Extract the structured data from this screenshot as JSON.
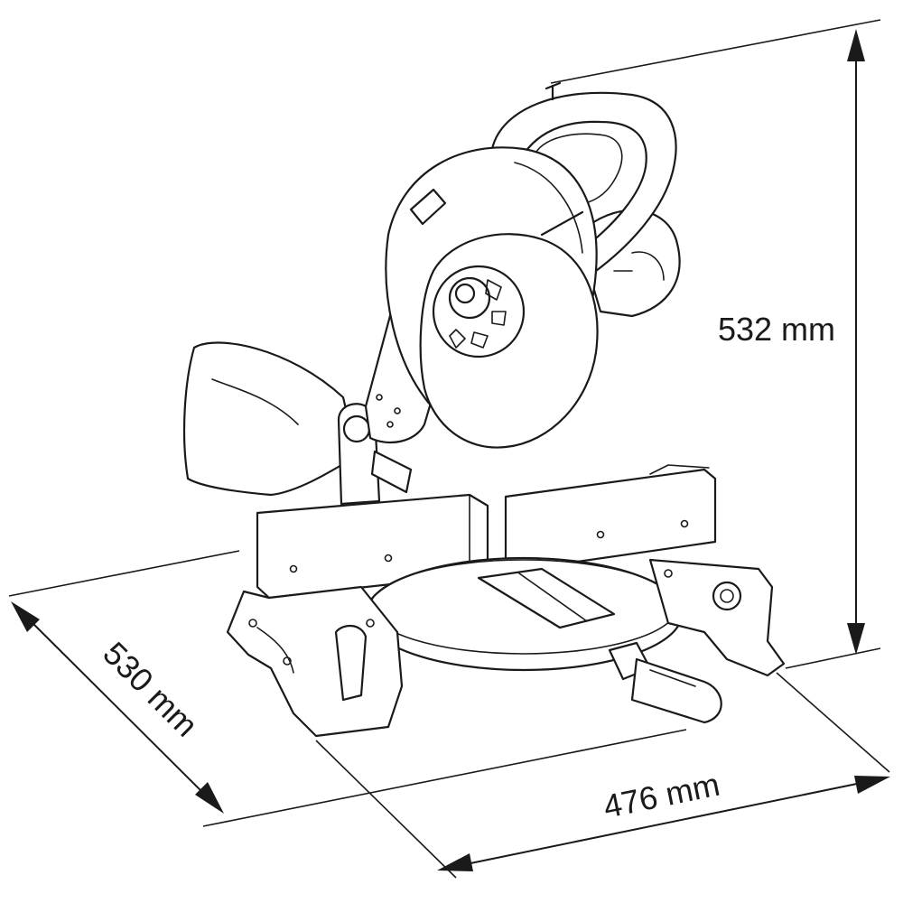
{
  "dimensions": {
    "height_label": "532 mm",
    "depth_label": "530 mm",
    "width_label": "476 mm"
  },
  "colors": {
    "line": "#1a1a1a",
    "background": "#ffffff"
  },
  "subject_icon": "miter-saw-line-drawing"
}
